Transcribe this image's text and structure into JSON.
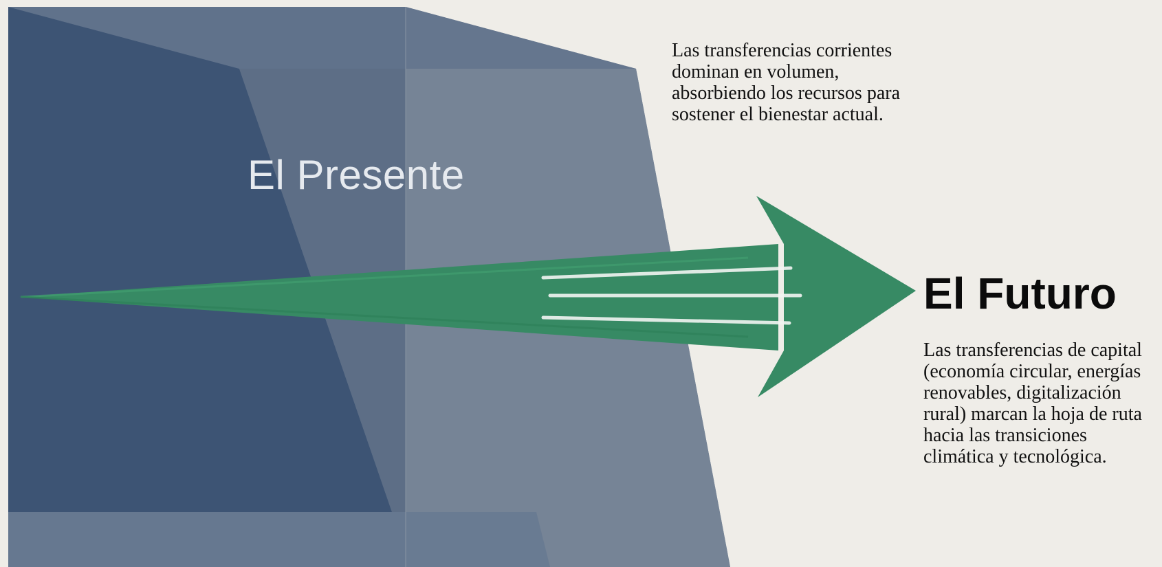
{
  "present": {
    "label": "El Presente",
    "note": "Las transferencias corrientes dominan en volumen, absorbiendo los recursos para sostener el bienestar actual."
  },
  "future": {
    "title": "El Futuro",
    "note": "Las transferencias de capital (economía circular, energías renovables, digitalización rural) marcan la hoja de ruta hacia las transiciones climática y tecnológica."
  },
  "colors": {
    "background": "#efede8",
    "present_block_dark": "#3d5474",
    "present_block_mid": "#5d6f87",
    "present_block_light": "#7a8799",
    "arrow_green": "#378a64",
    "arrow_highlight": "#f2f4f2",
    "text_dark": "#111111"
  }
}
